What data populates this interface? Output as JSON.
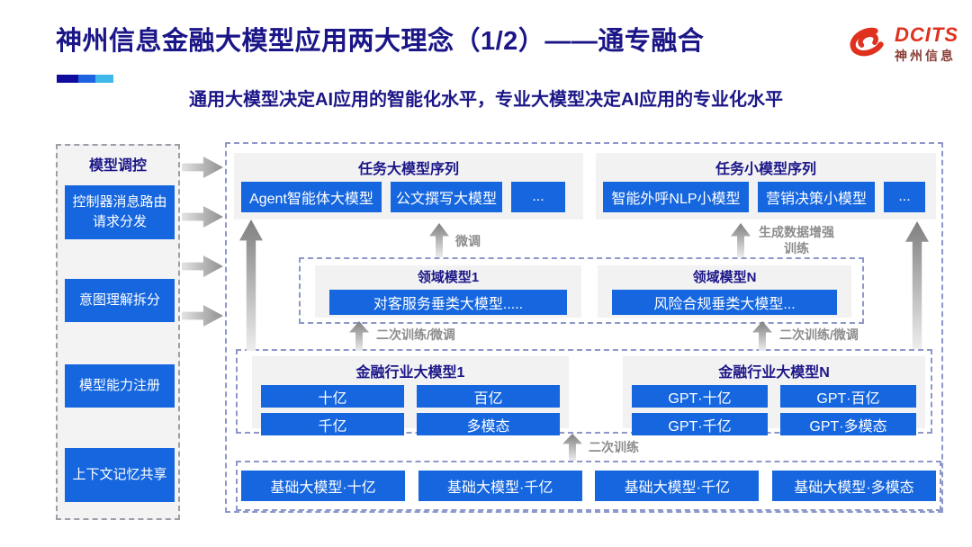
{
  "header": {
    "title": "神州信息金融大模型应用两大理念（1/2）——通专融合",
    "subtitle": "通用大模型决定AI应用的智能化水平，专业大模型决定AI应用的专业化水平",
    "logo": {
      "brand": "DCITS",
      "brand_cn": "神州信息"
    }
  },
  "colors": {
    "accent_blue": "#1566df",
    "title_navy": "#1b1687",
    "logo_red": "#e0301e",
    "arrow_grey": "#8c8c8c",
    "accent_bar": [
      "#0f0c9e",
      "#1d63e0",
      "#3fb9e9"
    ]
  },
  "sidebar": {
    "title": "模型调控",
    "items": [
      {
        "label": "控制器消息路由请求分发"
      },
      {
        "label": "意图理解拆分"
      },
      {
        "label": "模型能力注册"
      },
      {
        "label": "上下文记忆共享"
      }
    ]
  },
  "main": {
    "task_large": {
      "title": "任务大模型序列",
      "items": [
        "Agent智能体大模型",
        "公文撰写大模型",
        "..."
      ]
    },
    "task_small": {
      "title": "任务小模型序列",
      "items": [
        "智能外呼NLP小模型",
        "营销决策小模型",
        "..."
      ]
    },
    "domain": {
      "groups": [
        {
          "title": "领域模型1",
          "item": "对客服务垂类大模型....."
        },
        {
          "title": "领域模型N",
          "item": "风险合规垂类大模型..."
        }
      ]
    },
    "industry": {
      "groups": [
        {
          "title": "金融行业大模型1",
          "items": [
            "十亿",
            "百亿",
            "千亿",
            "多模态"
          ]
        },
        {
          "title": "金融行业大模型N",
          "items": [
            "GPT·十亿",
            "GPT·百亿",
            "GPT·千亿",
            "GPT·多模态"
          ]
        }
      ]
    },
    "foundation": {
      "items": [
        "基础大模型·十亿",
        "基础大模型·千亿",
        "基础大模型·千亿",
        "基础大模型·多模态"
      ]
    },
    "labels": {
      "finetune": "微调",
      "gen_data": "生成数据增强训练",
      "secondary_ft_left": "二次训练/微调",
      "secondary_ft_right": "二次训练/微调",
      "secondary_train": "二次训练"
    }
  }
}
